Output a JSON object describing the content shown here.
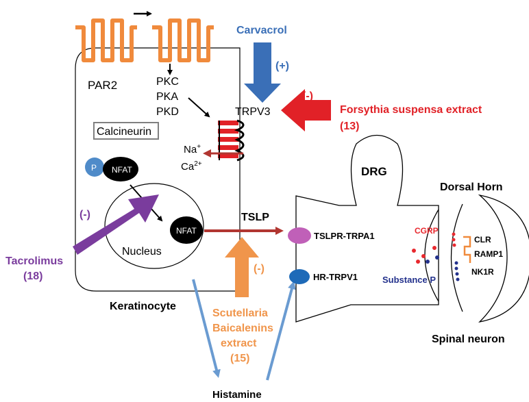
{
  "labels": {
    "par2": "PAR2",
    "pkc": "PKC",
    "pka": "PKA",
    "pkd": "PKD",
    "trpv3": "TRPV3",
    "calcineurin": "Calcineurin",
    "na": "Na",
    "na_sup": "+",
    "ca": "Ca",
    "ca_sup": "2+",
    "p": "P",
    "nfat_cyto": "NFAT",
    "nfat_nuc": "NFAT",
    "nucleus": "Nucleus",
    "keratinocyte": "Keratinocyte",
    "tslp": "TSLP",
    "tslpr_trpa1": "TSLPR-TRPA1",
    "hr_trpv1": "HR-TRPV1",
    "drg": "DRG",
    "dorsal_horn": "Dorsal Horn",
    "spinal_neuron": "Spinal neuron",
    "cgrp": "CGRP",
    "substance_p": "Substance P",
    "clr": "CLR",
    "ramp1": "RAMP1",
    "nk1r": "NK1R",
    "histamine": "Histamine"
  },
  "compounds": {
    "carvacrol": {
      "name": "Carvacrol",
      "effect": "(+)"
    },
    "forsythia": {
      "name": "Forsythia suspensa extract",
      "ref": "(13)",
      "effect": "(-)"
    },
    "tacrolimus": {
      "name": "Tacrolimus",
      "ref": "(18)",
      "effect": "(-)"
    },
    "scutellaria": {
      "line1": "Scutellaria",
      "line2": "Baicalenins",
      "line3": "extract",
      "ref": "(15)",
      "effect": "(-)"
    }
  },
  "colors": {
    "carvacrol": "#3a6fb7",
    "forsythia": "#e12127",
    "tacrolimus": "#7a3c9d",
    "scutellaria": "#f0954b",
    "receptor": "#f08a3c",
    "tslpr": "#c060b8",
    "hr": "#1e6ab8",
    "cgrp": "#e8282e",
    "substance_p": "#23318c",
    "histamine_arrow": "#6a9bd1",
    "tslp_arrow": "#b13631"
  }
}
